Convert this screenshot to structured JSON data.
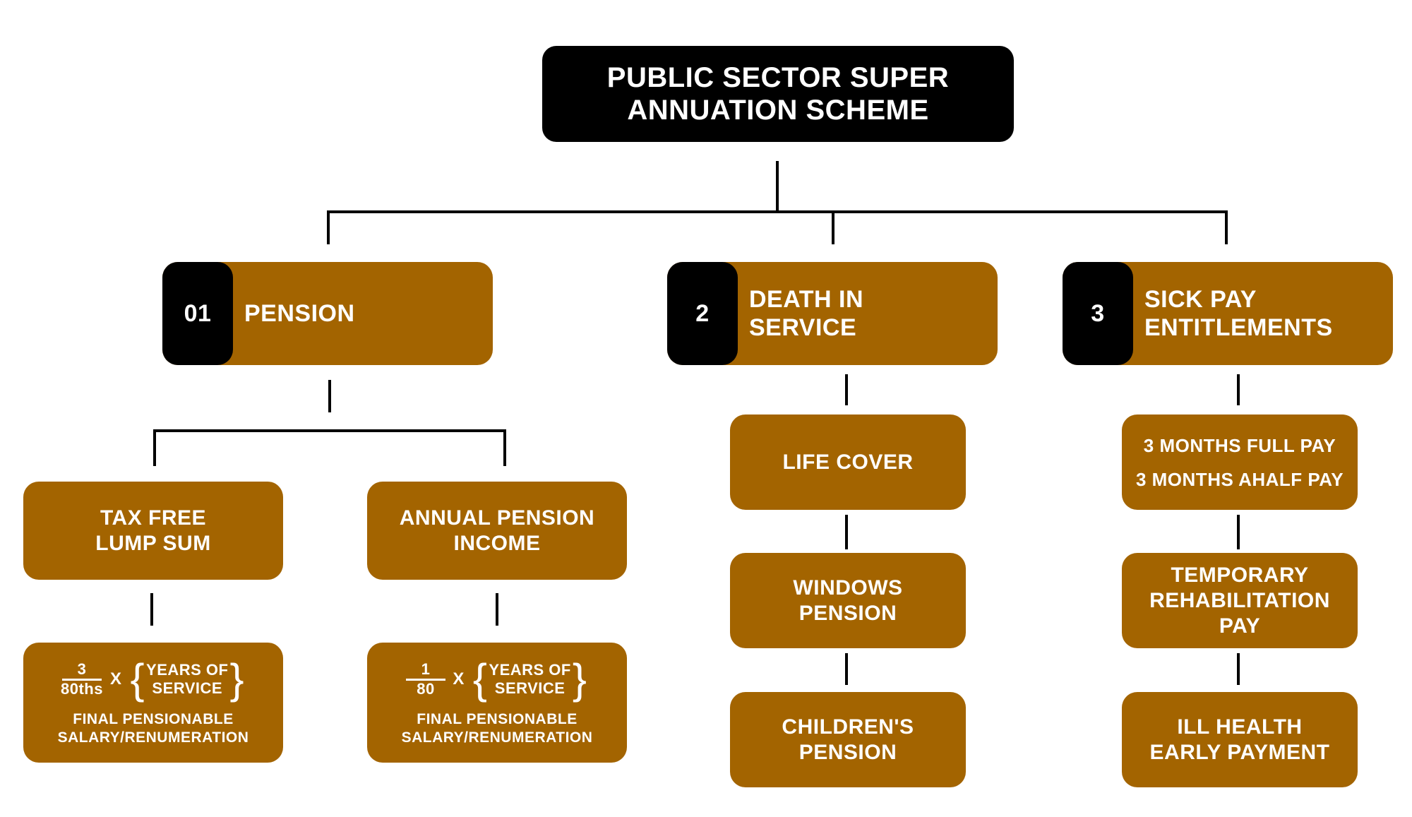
{
  "title_lines": [
    "PUBLIC SECTOR SUPER",
    "ANNUATION SCHEME"
  ],
  "categories": [
    {
      "num": "01",
      "label_lines": [
        "PENSION"
      ]
    },
    {
      "num": "2",
      "label_lines": [
        "DEATH IN",
        "SERVICE"
      ]
    },
    {
      "num": "3",
      "label_lines": [
        "SICK PAY",
        "ENTITLEMENTS"
      ]
    }
  ],
  "pension": {
    "lump_sum_lines": [
      "TAX FREE",
      "LUMP SUM"
    ],
    "annual_income_lines": [
      "ANNUAL PENSION",
      "INCOME"
    ],
    "formula_lump": {
      "numerator": "3",
      "denominator": "80ths",
      "times": "X",
      "years_lines": [
        "YEARS OF",
        "SERVICE"
      ],
      "caption_lines": [
        "FINAL PENSIONABLE",
        "SALARY/RENUMERATION"
      ]
    },
    "formula_annual": {
      "numerator": "1",
      "denominator": "80",
      "times": "X",
      "years_lines": [
        "YEARS OF",
        "SERVICE"
      ],
      "caption_lines": [
        "FINAL PENSIONABLE",
        "SALARY/RENUMERATION"
      ]
    }
  },
  "death_in_service": {
    "items": [
      {
        "lines": [
          "LIFE COVER"
        ]
      },
      {
        "lines": [
          "WINDOWS",
          "PENSION"
        ]
      },
      {
        "lines": [
          "CHILDREN'S",
          "PENSION"
        ]
      }
    ]
  },
  "sick_pay": {
    "items": [
      {
        "lines": [
          "3 MONTHS FULL PAY",
          "3 MONTHS AHALF PAY"
        ]
      },
      {
        "lines": [
          "TEMPORARY",
          "REHABILITATION",
          "PAY"
        ]
      },
      {
        "lines": [
          "ILL HEALTH",
          "EARLY PAYMENT"
        ]
      }
    ]
  },
  "colors": {
    "brand": "#a36400",
    "dark": "#000000",
    "text": "#ffffff",
    "line": "#000000"
  }
}
